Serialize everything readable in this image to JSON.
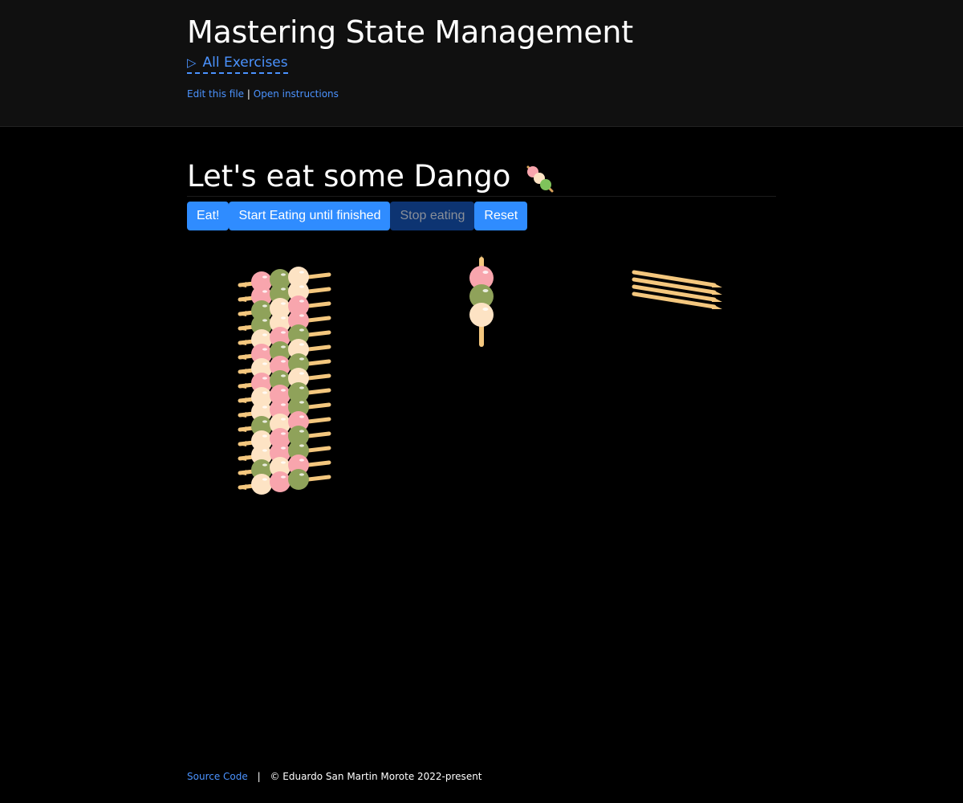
{
  "header": {
    "site_title": "Mastering State Management",
    "all_exercises_label": "All Exercises",
    "edit_file_label": "Edit this file",
    "link_separator": "|",
    "open_instructions_label": "Open instructions"
  },
  "page": {
    "title": "Let's eat some Dango",
    "title_emoji": "dango-icon"
  },
  "buttons": {
    "eat_label": "Eat!",
    "start_label": "Start Eating until finished",
    "stop_label": "Stop eating",
    "reset_label": "Reset"
  },
  "colors": {
    "pink": "#f8a5ad",
    "green": "#8fa25a",
    "cream": "#fde3c4",
    "stick": "#f4c77e",
    "accent": "#2f8cff",
    "link": "#4b93ff"
  },
  "dango": {
    "plate_count": 15,
    "plate_rows": [
      [
        "pink",
        "green",
        "cream"
      ],
      [
        "pink",
        "green",
        "cream"
      ],
      [
        "green",
        "cream",
        "pink"
      ],
      [
        "green",
        "cream",
        "pink"
      ],
      [
        "cream",
        "pink",
        "green"
      ],
      [
        "pink",
        "green",
        "cream"
      ],
      [
        "cream",
        "pink",
        "green"
      ],
      [
        "pink",
        "green",
        "cream"
      ],
      [
        "cream",
        "pink",
        "green"
      ],
      [
        "cream",
        "pink",
        "green"
      ],
      [
        "green",
        "cream",
        "pink"
      ],
      [
        "cream",
        "pink",
        "green"
      ],
      [
        "cream",
        "pink",
        "green"
      ],
      [
        "green",
        "cream",
        "pink"
      ],
      [
        "cream",
        "pink",
        "green"
      ]
    ],
    "current": [
      "pink",
      "green",
      "cream"
    ],
    "eaten_sticks": 4
  },
  "footer": {
    "source_label": "Source Code",
    "separator": "|",
    "copyright": "© Eduardo San Martin Morote 2022-present"
  }
}
